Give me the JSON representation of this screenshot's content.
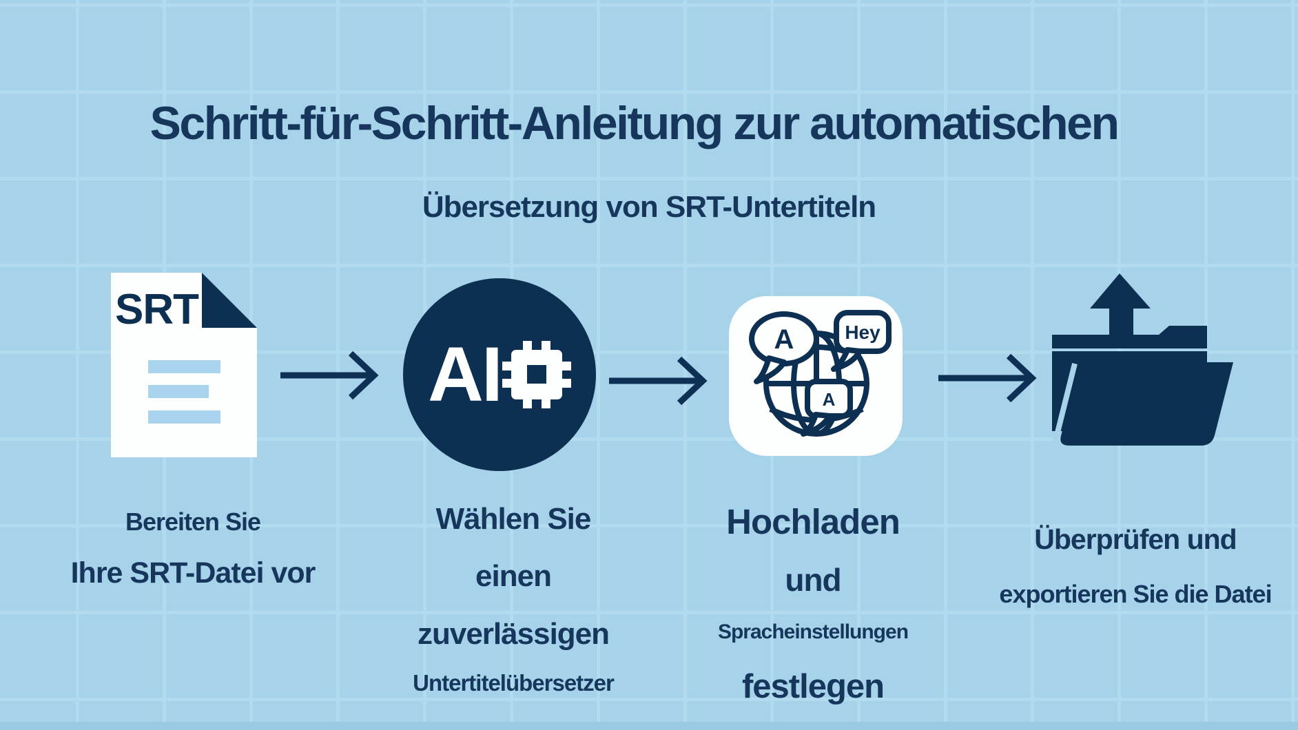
{
  "header": {
    "title": "Schritt-für-Schritt-Anleitung zur automatischen",
    "subtitle": "Übersetzung von SRT-Untertiteln"
  },
  "colors": {
    "background": "#a6d3ea",
    "grid_line": "#b3dbef",
    "text_navy": "#16365c",
    "icon_navy": "#0d2f51",
    "icon_white": "#fdfffe",
    "doc_line_blue": "#a9d4ee",
    "bottom_bar": "#9bcbe2"
  },
  "steps": [
    {
      "name": "prepare-srt-file",
      "icon": "srt-file-icon",
      "file_label": "SRT",
      "caption": [
        "Bereiten Sie",
        "Ihre SRT-Datei vor"
      ]
    },
    {
      "name": "choose-translator",
      "icon": "ai-chip-icon",
      "ai_label": "AI",
      "caption": [
        "Wählen Sie",
        "einen",
        "zuverlässigen",
        "Untertitelübersetzer"
      ]
    },
    {
      "name": "upload-language-settings",
      "icon": "globe-translate-icon",
      "bubbles": {
        "left": "A",
        "right": "Hey",
        "center": "A"
      },
      "caption": [
        "Hochladen",
        "und",
        "Spracheinstellungen",
        "festlegen"
      ]
    },
    {
      "name": "review-export",
      "icon": "folder-export-icon",
      "caption": [
        "Überprüfen und",
        "exportieren Sie die Datei"
      ]
    }
  ]
}
